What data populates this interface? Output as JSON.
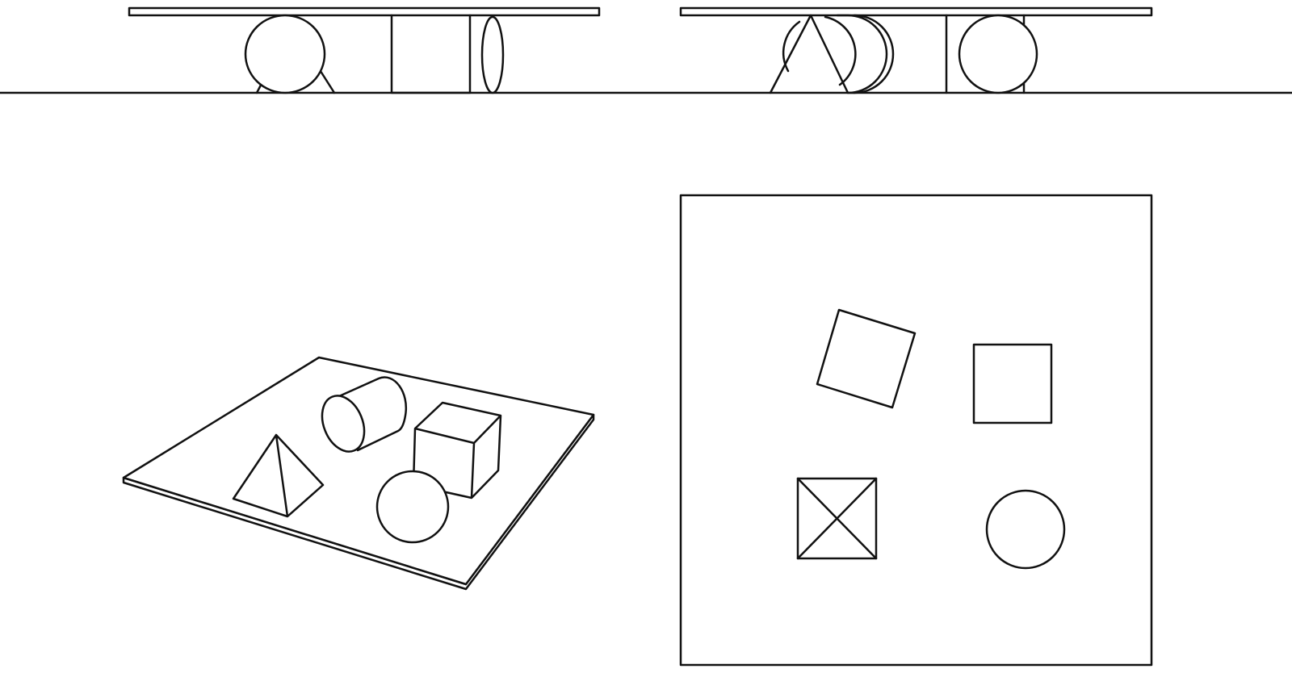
{
  "diagram": {
    "description_visible_text": "",
    "stroke_color": "#111111",
    "background_color": "#ffffff",
    "panels": [
      {
        "id": "front-view",
        "objects": [
          "sphere",
          "pyramid",
          "cube",
          "cylinder"
        ]
      },
      {
        "id": "side-view",
        "objects": [
          "pyramid",
          "cylinder",
          "cube",
          "sphere"
        ]
      },
      {
        "id": "perspective-view",
        "objects": [
          "pyramid",
          "cylinder",
          "cube",
          "sphere"
        ]
      },
      {
        "id": "top-view",
        "objects": [
          "cube",
          "cylinder",
          "pyramid",
          "sphere"
        ]
      }
    ]
  }
}
